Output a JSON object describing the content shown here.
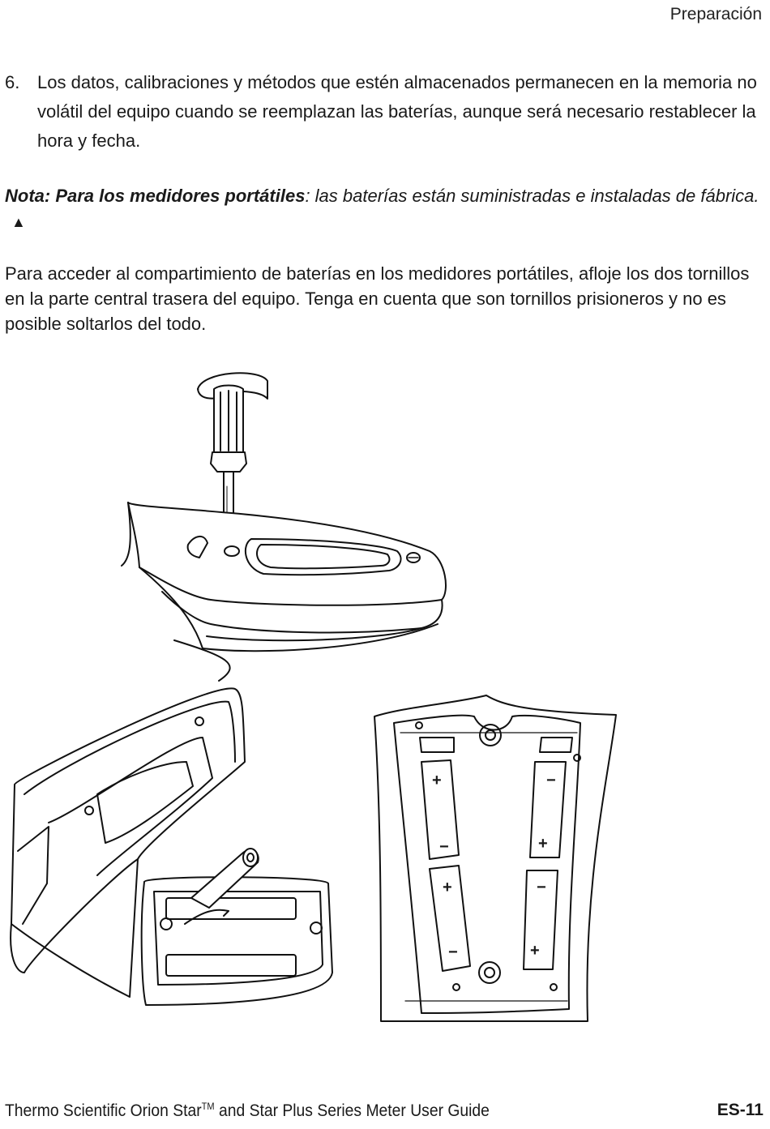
{
  "header": {
    "section": "Preparación"
  },
  "step": {
    "number": "6.",
    "text": "Los datos, calibraciones y métodos que estén almacenados permanecen en la memoria no volátil del equipo cuando se reemplazan las baterías, aunque será necesario restablecer la hora y fecha."
  },
  "note": {
    "label": "Nota: Para los medidores portátiles",
    "text": ": las baterías están suministradas e instaladas de fábrica.",
    "marker": "▲"
  },
  "paragraph": "Para acceder al compartimiento de baterías en los medidores portátiles, afloje los dos tornillos en la parte central trasera del equipo. Tenga en cuenta que son tornillos prisioneros y no es posible soltarlos del todo.",
  "figure": {
    "battery_plus": "+",
    "battery_minus": "−"
  },
  "footer": {
    "title": "Thermo Scientific Orion Star",
    "trademark": "TM",
    "title_rest": " and Star Plus Series Meter User Guide",
    "page": "ES-11"
  }
}
